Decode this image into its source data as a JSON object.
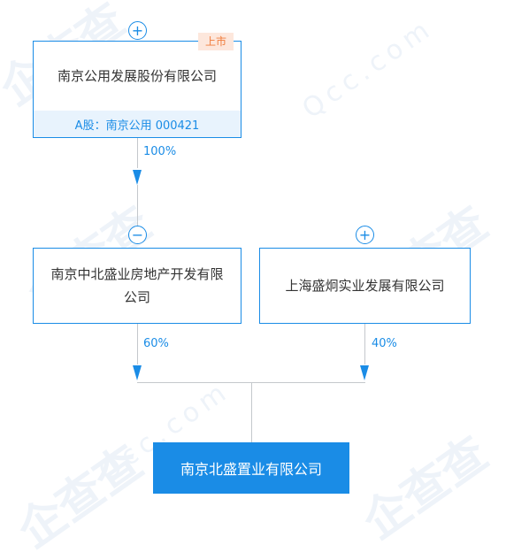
{
  "watermark": {
    "brand": "企查查",
    "domain": "Qcc.com"
  },
  "top_company": {
    "name": "南京公用发展股份有限公司",
    "badge": "上市",
    "stock": "A股：南京公用 000421",
    "toggle": "+"
  },
  "edge_top": {
    "percent": "100%"
  },
  "shareholders": [
    {
      "name": "南京中北盛业房地产开发有限公司",
      "toggle": "−",
      "percent": "60%"
    },
    {
      "name": "上海盛炯实业发展有限公司",
      "toggle": "+",
      "percent": "40%"
    }
  ],
  "target_company": {
    "name": "南京北盛置业有限公司"
  }
}
